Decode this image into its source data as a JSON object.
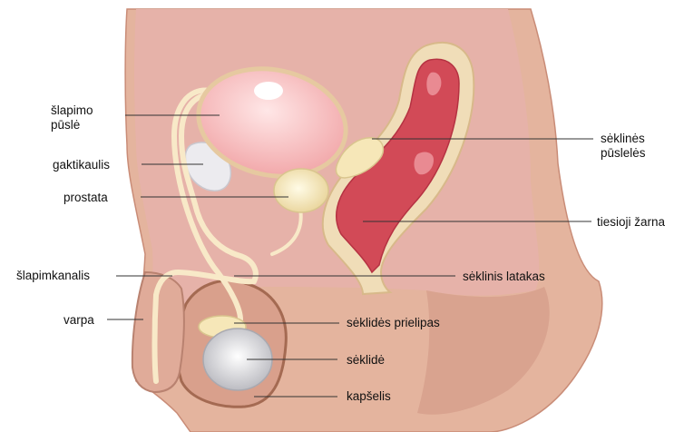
{
  "labels": {
    "bladder": "šlapimo pūslė",
    "pubic_bone": "gaktikaulis",
    "prostate": "prostata",
    "urethra": "šlapimkanalis",
    "penis": "varpa",
    "seminal_vesicles": "sėklinės pūslelės",
    "rectum": "tiesioji žarna",
    "vas_deferens": "sėklinis latakas",
    "epididymis": "sėklidės prielipas",
    "testis": "sėklidė",
    "scrotum": "kapšelis"
  },
  "colors": {
    "skin_outer": "#e4b49e",
    "body_interior": "#e6b2a9",
    "rectum_wall": "#f0ddb8",
    "rectum_inner": "#d24a57",
    "bladder": "#f9c6c4",
    "prostate": "#f6e7b8",
    "pubic_bone": "#ecebef",
    "testis": "#e2e2e6",
    "duct": "#f8e9c8",
    "leader_line": "#333333"
  }
}
